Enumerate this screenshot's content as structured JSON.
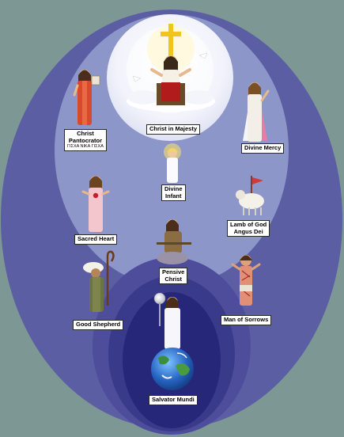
{
  "colors": {
    "background": "#7d9794",
    "outer_ring": "#5c5ea4",
    "upper_halo": "#8d96c8",
    "top_circle": "#eef0fa",
    "lower_ring": "#4d4d9b",
    "inner_ring": "#3a3a8a",
    "core": "#27277a"
  },
  "figures": [
    {
      "id": "christ-in-majesty",
      "lines": [
        "Christ in Majesty"
      ],
      "sub": ""
    },
    {
      "id": "christ-pantocrator",
      "lines": [
        "Christ",
        "Pantocrator"
      ],
      "sub": "ΓΙΣΧΑ ΝΙΚΑ ΓΙΣΧΑ"
    },
    {
      "id": "divine-mercy",
      "lines": [
        "Divine Mercy"
      ],
      "sub": ""
    },
    {
      "id": "divine-infant",
      "lines": [
        "Divine",
        "Infant"
      ],
      "sub": ""
    },
    {
      "id": "sacred-heart",
      "lines": [
        "Sacred Heart"
      ],
      "sub": ""
    },
    {
      "id": "lamb-of-god",
      "lines": [
        "Lamb of God",
        "Angus Dei"
      ],
      "sub": ""
    },
    {
      "id": "pensive-christ",
      "lines": [
        "Pensive",
        "Christ"
      ],
      "sub": ""
    },
    {
      "id": "good-shepherd",
      "lines": [
        "Good Shepherd"
      ],
      "sub": ""
    },
    {
      "id": "man-of-sorrows",
      "lines": [
        "Man of Sorrows"
      ],
      "sub": ""
    },
    {
      "id": "salvator-mundi",
      "lines": [
        "Salvator Mundi"
      ],
      "sub": ""
    }
  ]
}
